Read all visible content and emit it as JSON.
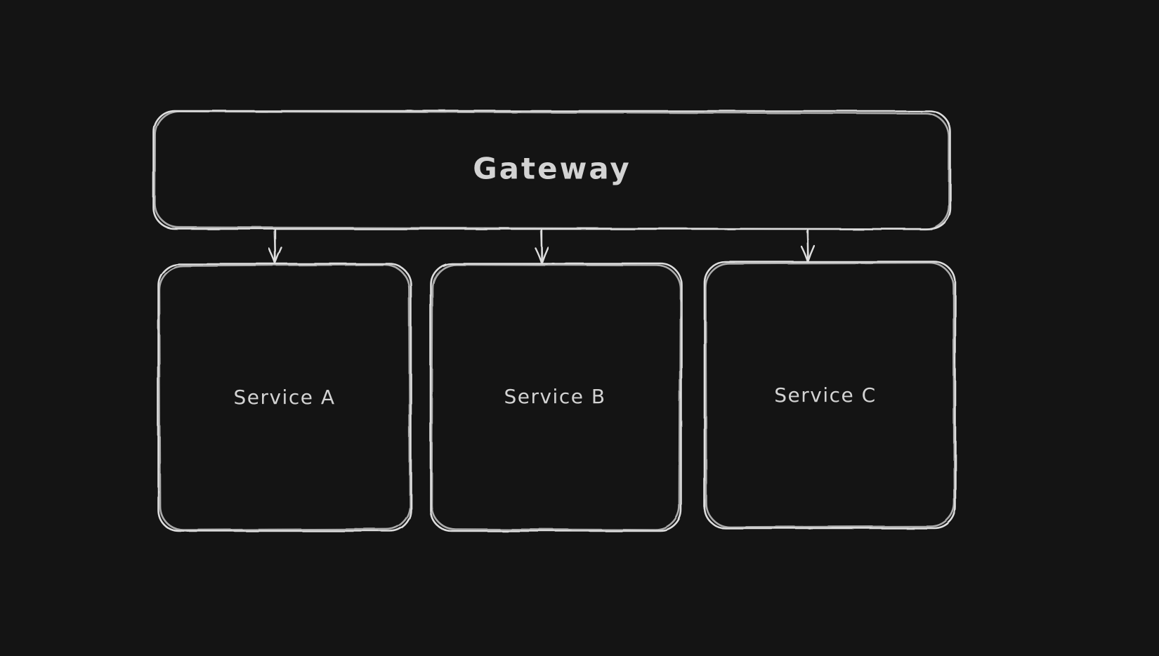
{
  "colors": {
    "background": "#141414",
    "stroke": "#dedede",
    "text": "#d3d3d3"
  },
  "diagram": {
    "type": "flowchart",
    "style": "hand-drawn-sketch-dark",
    "nodes": [
      {
        "id": "gateway",
        "label": "Gateway",
        "shape": "rounded-rectangle",
        "row": "top"
      },
      {
        "id": "service-a",
        "label": "Service A",
        "shape": "rounded-rectangle",
        "row": "bottom"
      },
      {
        "id": "service-b",
        "label": "Service B",
        "shape": "rounded-rectangle",
        "row": "bottom"
      },
      {
        "id": "service-c",
        "label": "Service C",
        "shape": "rounded-rectangle",
        "row": "bottom"
      }
    ],
    "edges": [
      {
        "from": "Gateway",
        "to": "Service A",
        "type": "arrow-down"
      },
      {
        "from": "Gateway",
        "to": "Service B",
        "type": "arrow-down"
      },
      {
        "from": "Gateway",
        "to": "Service C",
        "type": "arrow-down"
      }
    ]
  }
}
